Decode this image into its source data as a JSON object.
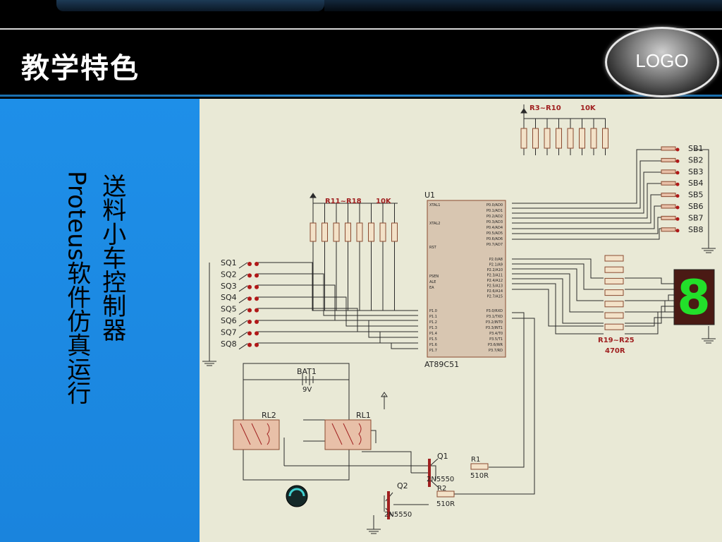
{
  "slide": {
    "title": "教学特色",
    "logo_text": "LOGO",
    "side_line_1": "送料小车控制器",
    "side_line_2": "Proteus软件仿真运行"
  },
  "circuit": {
    "r3_r10_label": "R3~R10",
    "r3_r10_value": "10K",
    "r11_r18_label": "R11~R18",
    "r11_r18_value": "10K",
    "chip_ref": "U1",
    "chip_name": "AT89C51",
    "sb_labels": [
      "SB1",
      "SB2",
      "SB3",
      "SB4",
      "SB5",
      "SB6",
      "SB7",
      "SB8"
    ],
    "sq_labels": [
      "SQ1",
      "SQ2",
      "SQ3",
      "SQ4",
      "SQ5",
      "SQ6",
      "SQ7",
      "SQ8"
    ],
    "seg_res_label": "R19~R25",
    "seg_res_value": "470R",
    "seg_digit": "8",
    "bat_label": "BAT1",
    "bat_value": "9V",
    "rl1": "RL1",
    "rl2": "RL2",
    "q1": "Q1",
    "q2": "Q2",
    "q1_type": "2N5550",
    "q2_type": "2N5550",
    "r1": "R1",
    "r1_value": "510R",
    "r2": "R2",
    "r2_value": "510R",
    "pins_left_top": [
      "XTAL1",
      "XTAL2",
      "RST"
    ],
    "pins_left_mid": [
      "PSEN",
      "ALE",
      "EA"
    ],
    "pins_left_p1": [
      "P1.0",
      "P1.1",
      "P1.2",
      "P1.3",
      "P1.4",
      "P1.5",
      "P1.6",
      "P1.7"
    ],
    "pins_right_p0": [
      "P0.0/AD0",
      "P0.1/AD1",
      "P0.2/AD2",
      "P0.3/AD3",
      "P0.4/AD4",
      "P0.5/AD5",
      "P0.6/AD6",
      "P0.7/AD7"
    ],
    "pins_right_p2": [
      "P2.0/A8",
      "P2.1/A9",
      "P2.2/A10",
      "P2.3/A11",
      "P2.4/A12",
      "P2.5/A13",
      "P2.6/A14",
      "P2.7/A15"
    ],
    "pins_right_p3": [
      "P3.0/RXD",
      "P3.1/TXD",
      "P3.2/INT0",
      "P3.3/INT1",
      "P3.4/T0",
      "P3.5/T1",
      "P3.6/WR",
      "P3.7/RD"
    ]
  }
}
